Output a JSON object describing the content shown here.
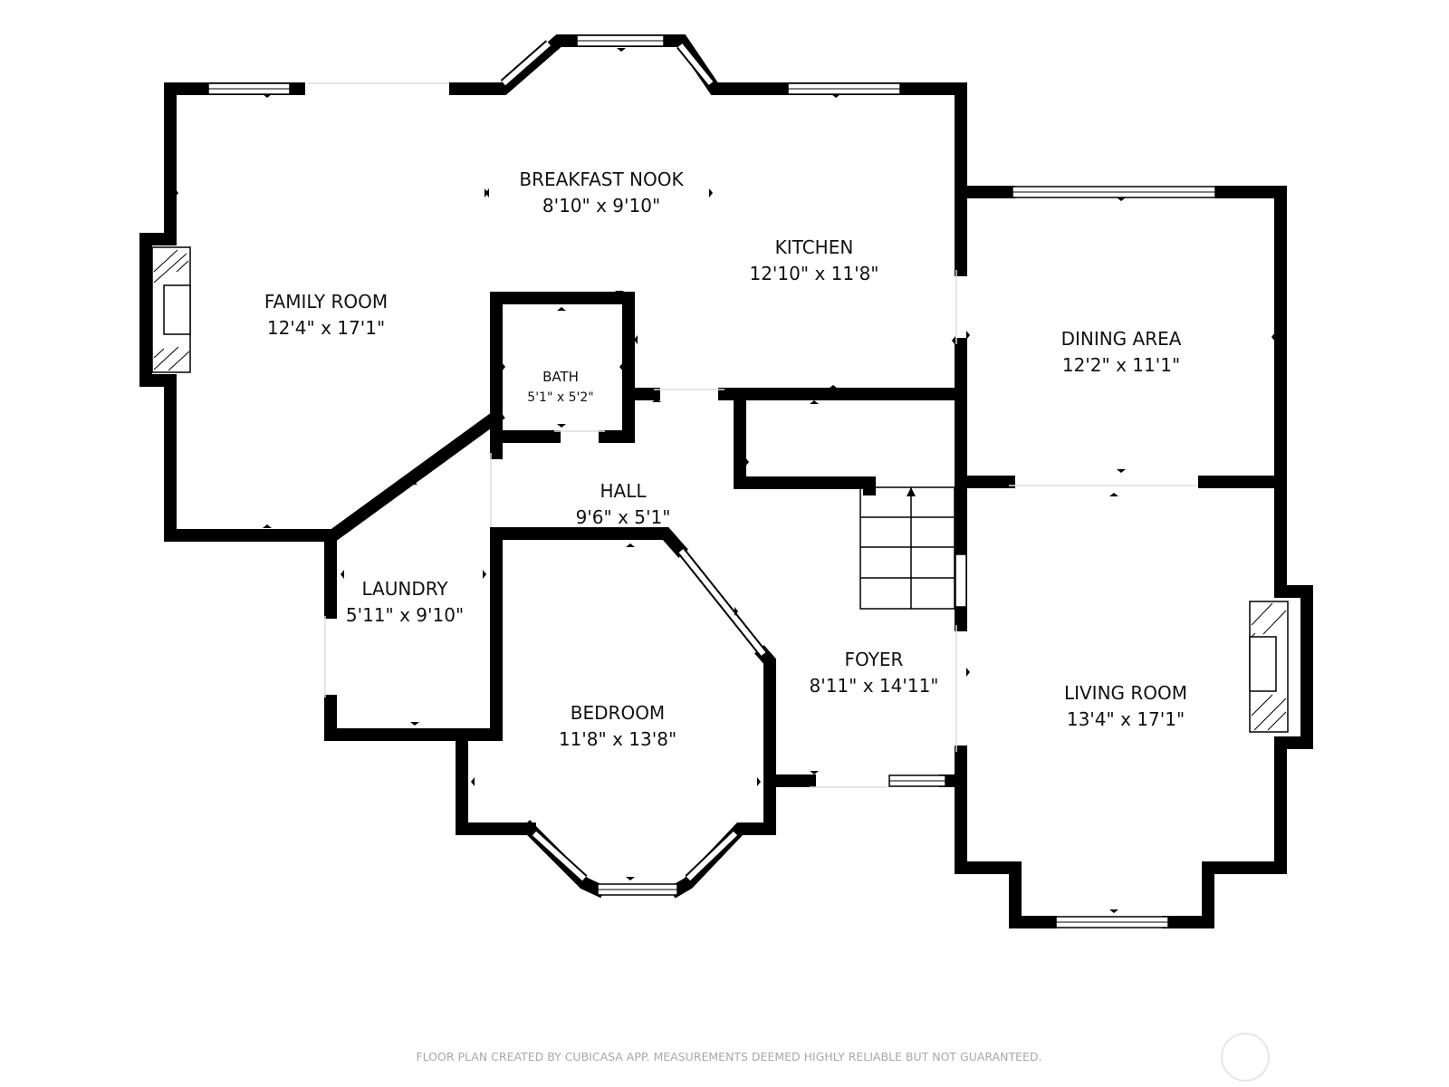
{
  "rooms": {
    "breakfast_nook": {
      "name": "BREAKFAST NOOK",
      "dims": "8'10\" x 9'10\""
    },
    "kitchen": {
      "name": "KITCHEN",
      "dims": "12'10\" x 11'8\""
    },
    "family_room": {
      "name": "FAMILY ROOM",
      "dims": "12'4\" x 17'1\""
    },
    "dining_area": {
      "name": "DINING AREA",
      "dims": "12'2\" x 11'1\""
    },
    "bath": {
      "name": "BATH",
      "dims": "5'1\" x 5'2\""
    },
    "hall": {
      "name": "HALL",
      "dims": "9'6\" x 5'1\""
    },
    "laundry": {
      "name": "LAUNDRY",
      "dims": "5'11\" x 9'10\""
    },
    "bedroom": {
      "name": "BEDROOM",
      "dims": "11'8\" x 13'8\""
    },
    "foyer": {
      "name": "FOYER",
      "dims": "8'11\" x 14'11\""
    },
    "living_room": {
      "name": "LIVING ROOM",
      "dims": "13'4\" x 17'1\""
    }
  },
  "footer": {
    "disclaimer": "FLOOR PLAN CREATED BY CUBICASA APP. MEASUREMENTS DEEMED HIGHLY RELIABLE BUT NOT GUARANTEED."
  },
  "colors": {
    "wall": "#000000",
    "background": "#ffffff",
    "footer_text": "#a8a8a8"
  }
}
